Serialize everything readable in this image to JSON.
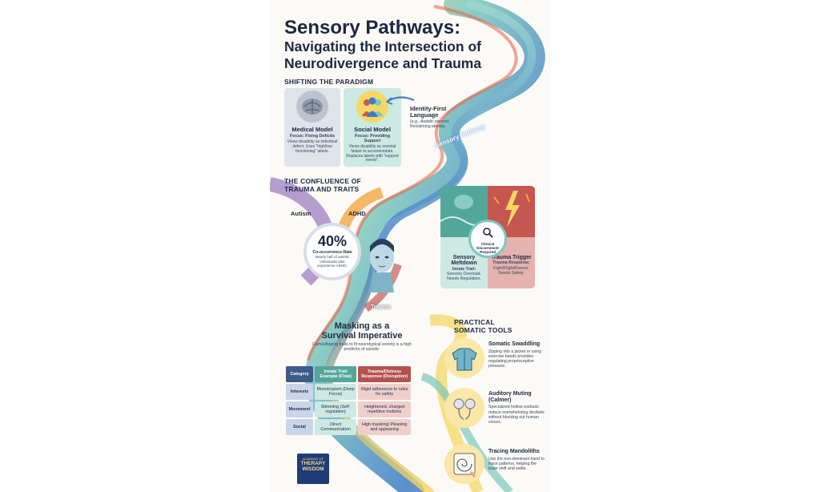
{
  "title": {
    "line1": "Sensory Pathways:",
    "line2": "Navigating the Intersection of",
    "line3": "Neurodivergence and Trauma"
  },
  "paradigm": {
    "heading": "SHIFTING THE PARADIGM",
    "medical": {
      "title": "Medical Model",
      "focus": "Focus: Fixing Deficits",
      "text": "Views disability as individual defect. Uses \"high/low functioning\" labels."
    },
    "social": {
      "title": "Social Model",
      "focus": "Focus: Providing Support",
      "text": "Views disability as societal failure to accommodate. Replaces labels with \"support needs\"."
    },
    "identity": {
      "title": "Identity-First Language",
      "example": "(e.g., Autistic person)",
      "text": "Reclaiming identity."
    }
  },
  "pathway_label": "Sensory Pathway",
  "confluence": {
    "heading_1": "THE CONFLUENCE OF",
    "heading_2": "TRAUMA AND TRAITS",
    "autism": "Autism",
    "adhd": "ADHD",
    "trauma": "Trauma",
    "stat": "40%",
    "stat_label": "Co-occurrence Rate",
    "stat_text": "Nearly half of autistic individuals also experience ADHD."
  },
  "clinical": {
    "center": "Clinical Discernment Required",
    "meltdown": {
      "title": "Sensory Meltdown",
      "text_a": "Innate Trait:",
      "text_b": "Sensory Overload. Needs Regulation."
    },
    "trigger": {
      "title": "Trauma Trigger",
      "text_a": "Trauma Response:",
      "text_b": "Fight/Flight/Freeze. Needs Safety."
    }
  },
  "masking": {
    "title_1": "Masking as a",
    "title_2": "Survival Imperative",
    "text": "Camouflaging traits to fit neurotypical society is a high predictor of suicide."
  },
  "table": {
    "headers": [
      "Category",
      "Innate Trait Example (Flow)",
      "Trauma/Distress Response (Disruption)"
    ],
    "rows": [
      [
        "Interests",
        "Monotropism (Deep Focus)",
        "Rigid adherence to rules for safety"
      ],
      [
        "Movement",
        "Stimming (Self-regulation)",
        "Heightened, charged repetitive motions"
      ],
      [
        "Social",
        "Direct Communication",
        "High masking/ Pleasing and appeasing"
      ]
    ]
  },
  "tools": {
    "heading_1": "PRACTICAL",
    "heading_2": "SOMATIC TOOLS",
    "items": [
      {
        "title": "Somatic Swaddling",
        "text": "Zipping into a jacket or using exercise bands provides regulating proprioceptive pressure.",
        "icon": "jacket-icon"
      },
      {
        "title": "Auditory Muting (Calmer)",
        "text": "Specialized hollow earbuds reduce overwhelming decibels without blocking out human voices.",
        "icon": "earbuds-icon"
      },
      {
        "title": "Tracing Mandoliths",
        "text": "Use the non-dominant hand to trace patterns, helping the brain shift and settle.",
        "icon": "maze-icon"
      }
    ]
  },
  "logo": {
    "line1": "ACADEMY OF",
    "line2": "THERAPY",
    "line3": "WISDOM"
  },
  "colors": {
    "navy": "#1c2741",
    "teal": "#7cc8bd",
    "red": "#c25b5b",
    "purple": "#9d7dc0",
    "orange": "#f2a23a",
    "yellow": "#f6d765",
    "blue": "#3d7cc4"
  }
}
